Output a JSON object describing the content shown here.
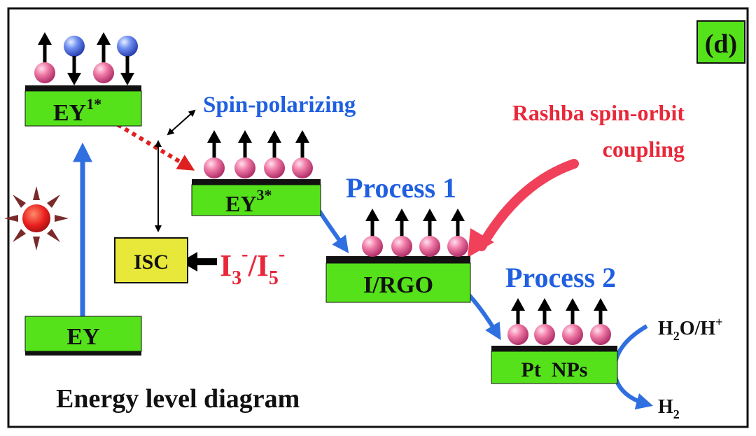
{
  "panel_label": "(d)",
  "title": "Energy level diagram",
  "levels": {
    "ey": {
      "base": "EY",
      "sup": ""
    },
    "ey1": {
      "base": "EY",
      "sup": "1*"
    },
    "ey3": {
      "base": "EY",
      "sup": "3*"
    },
    "isc": {
      "base": "ISC",
      "sup": ""
    },
    "irgo": {
      "base": "I/RGO",
      "sup": ""
    },
    "pt": {
      "base": "Pt  NPs",
      "sup": ""
    }
  },
  "labels": {
    "spin_polarizing": "Spin-polarizing",
    "rashba_line1": "Rashba spin-orbit",
    "rashba_line2": "coupling",
    "process1": "Process 1",
    "process2": "Process 2",
    "iodide": {
      "a": "I",
      "a_sub": "3",
      "a_sup": "-",
      "slash": "/",
      "b": "I",
      "b_sub": "5",
      "b_sup": "-"
    },
    "h2o": {
      "a": "H",
      "a_sub": "2",
      "b": "O/H",
      "b_sup": "+"
    },
    "h2": {
      "a": "H",
      "a_sub": "2"
    }
  },
  "colors": {
    "level_fill": "#55e21a",
    "isc_fill": "#e8e83a",
    "blue_text": "#1f5fe0",
    "red_text": "#e8283a",
    "blue_arrow": "#2f6fe0",
    "red_dotted": "#e02020",
    "pink_arrow": "#f0405a",
    "sun_core": "#e81e1e",
    "sun_ray": "#7a2a2a",
    "spin_ball": "#f06a9a",
    "blue_ball": "#3f5fd8"
  },
  "icons": {
    "sun": "sun-icon",
    "spin_up": "spin-up-electron-icon",
    "spin_down": "spin-down-electron-icon"
  }
}
